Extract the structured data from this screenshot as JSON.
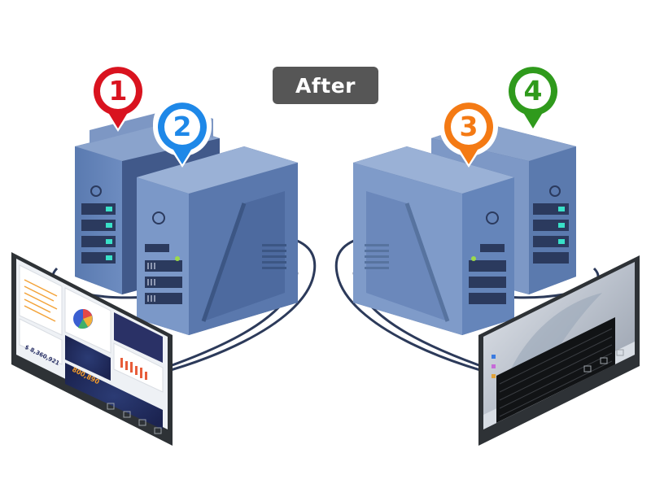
{
  "title": "After",
  "markers": [
    {
      "label": "1",
      "color": "#d9131f"
    },
    {
      "label": "2",
      "color": "#1e88e8"
    },
    {
      "label": "3",
      "color": "#f47a14"
    },
    {
      "label": "4",
      "color": "#2f9a1c"
    }
  ],
  "dashboard": {
    "kpi_value": "$ 8,360,921",
    "big_number": "800,890"
  },
  "colors": {
    "server_body": "#5f7fb2",
    "server_top": "#8aa3cc",
    "cable": "#2c3a5a",
    "title_bg": "#565656"
  }
}
